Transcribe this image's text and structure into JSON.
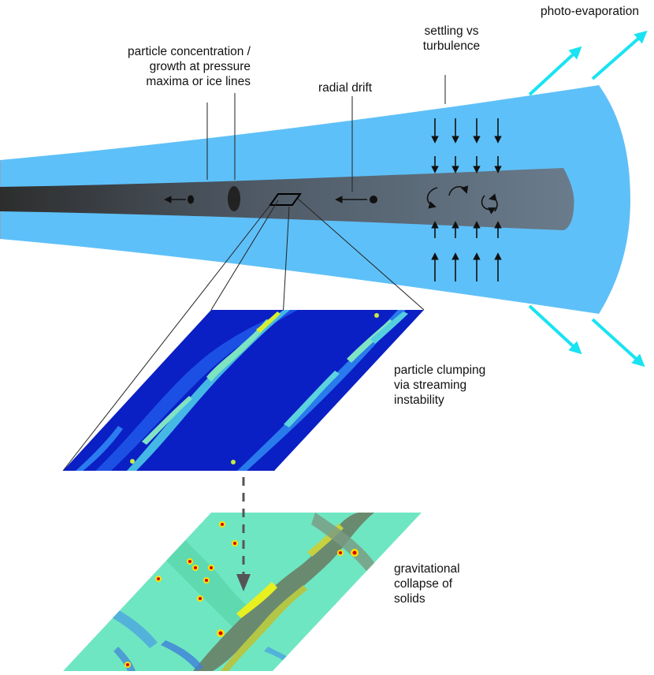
{
  "labels": {
    "photo_evaporation": "photo-evaporation",
    "settling": "settling vs\nturbulence",
    "concentration": "particle concentration /\ngrowth at pressure\nmaxima or ice lines",
    "radial_drift": "radial drift",
    "clumping": "particle clumping\nvia streaming\ninstability",
    "collapse": "gravitational\ncollapse of\nsolids"
  },
  "colors": {
    "disk_blue": "#66c2f5",
    "disk_hot": "#ff5a1e",
    "midplane_grey": "#4a4a4a",
    "outflow_cyan": "#19e3f2",
    "sim_dark_blue": "#0a1fc4",
    "sim_cyan_green": "#6fe6c2",
    "sim_yellow": "#e8f020",
    "sim_red": "#d40000"
  }
}
